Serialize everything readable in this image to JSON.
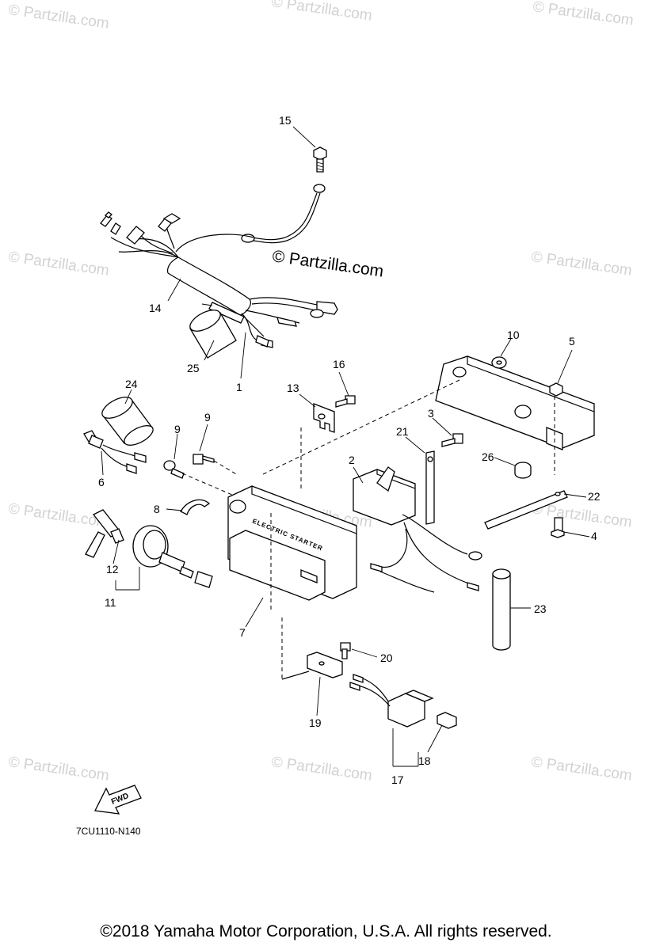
{
  "watermark": {
    "text": "© Partzilla.com",
    "center_text": "© Partzilla.com"
  },
  "diagram_code": "7CU1110-N140",
  "copyright": "©2018  Yamaha Motor Corporation, U.S.A. All rights reserved.",
  "labels": {
    "starter_text": "ELECTRIC STARTER",
    "fwd_text": "FWD"
  },
  "callouts": {
    "p1": "1",
    "p2": "2",
    "p3": "3",
    "p4": "4",
    "p5": "5",
    "p6": "6",
    "p7": "7",
    "p8": "8",
    "p9a": "9",
    "p9b": "9",
    "p10": "10",
    "p11": "11",
    "p12": "12",
    "p13": "13",
    "p14": "14",
    "p15": "15",
    "p16": "16",
    "p17": "17",
    "p18": "18",
    "p19": "19",
    "p20": "20",
    "p21": "21",
    "p22": "22",
    "p23": "23",
    "p24": "24",
    "p25": "25",
    "p26": "26"
  }
}
